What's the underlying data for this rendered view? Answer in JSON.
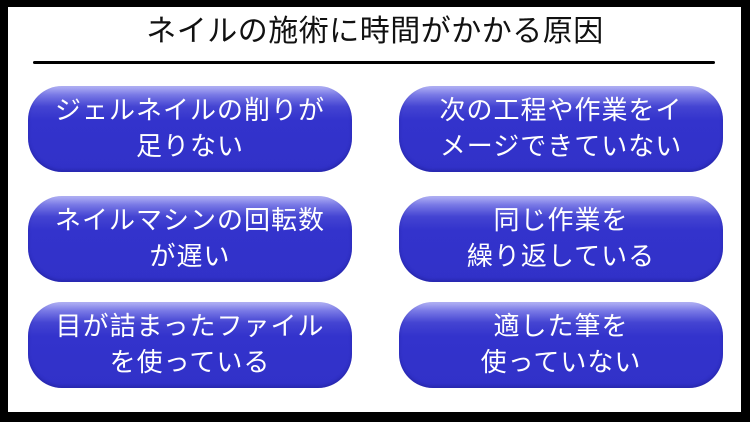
{
  "title": "ネイルの施術に時間がかかる原因",
  "colors": {
    "frame_border": "#000000",
    "background": "#ffffff",
    "pill_top": "#b3b3f5",
    "pill_base": "#3333cc",
    "pill_text": "#ffffff",
    "title_text": "#111111"
  },
  "causes": [
    {
      "line1": "ジェルネイルの削りが",
      "line2": "足りない"
    },
    {
      "line1": "次の工程や作業をイ",
      "line2": "メージできていない"
    },
    {
      "line1": "ネイルマシンの回転数",
      "line2": "が遅い"
    },
    {
      "line1": "同じ作業を",
      "line2": "繰り返している"
    },
    {
      "line1": "目が詰まったファイル",
      "line2": "を使っている"
    },
    {
      "line1": "適した筆を",
      "line2": "使っていない"
    }
  ]
}
